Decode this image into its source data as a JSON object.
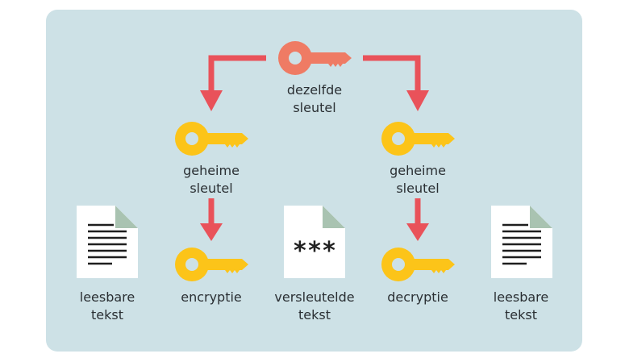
{
  "colors": {
    "panel": "#cde1e6",
    "arrow": "#e9525a",
    "shared_key": "#ef7b64",
    "secret_key": "#fcc419",
    "doc_fold": "#a9c3b1"
  },
  "shared_key": {
    "line1": "dezelfde",
    "line2": "sleutel",
    "icon": "key-icon"
  },
  "secret_key_left": {
    "line1": "geheime",
    "line2": "sleutel",
    "icon": "key-icon"
  },
  "secret_key_right": {
    "line1": "geheime",
    "line2": "sleutel",
    "icon": "key-icon"
  },
  "bottom": {
    "plaintext_left": {
      "line1": "leesbare",
      "line2": "tekst",
      "icon": "document-icon"
    },
    "encryption": {
      "line1": "encryptie",
      "icon": "key-icon"
    },
    "ciphertext": {
      "line1": "versleutelde",
      "line2": "tekst",
      "symbol": "***",
      "icon": "document-icon"
    },
    "decryption": {
      "line1": "decryptie",
      "icon": "key-icon"
    },
    "plaintext_right": {
      "line1": "leesbare",
      "line2": "tekst",
      "icon": "document-icon"
    }
  }
}
